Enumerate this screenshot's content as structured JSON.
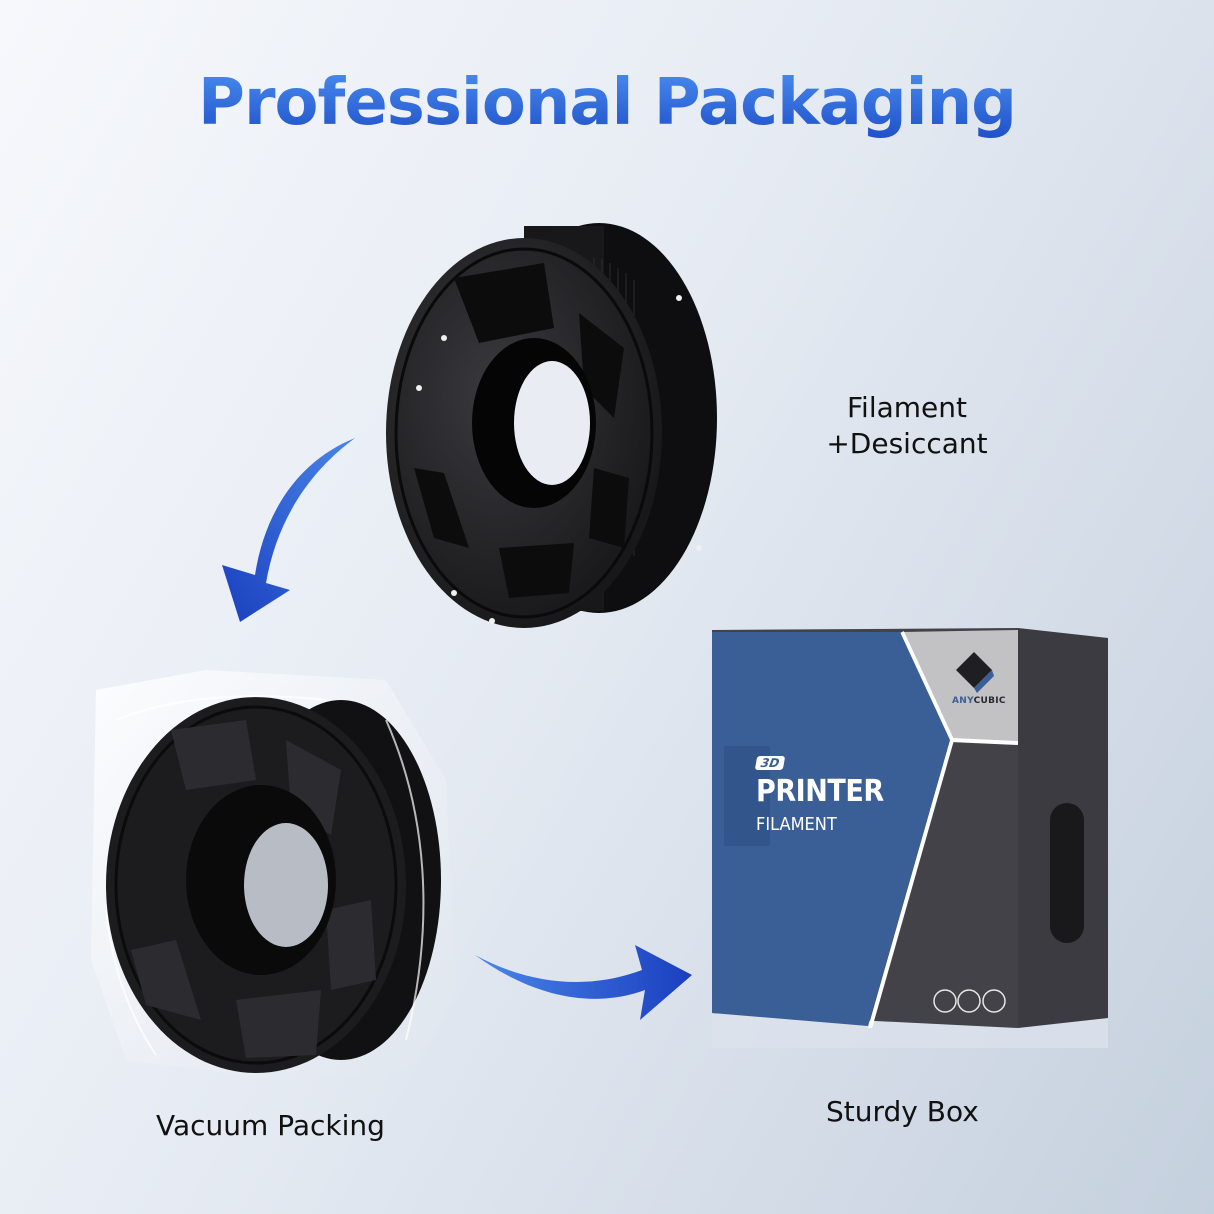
{
  "page": {
    "title": "Professional Packaging",
    "colors": {
      "title_top": "#4a8ef0",
      "title_bottom": "#1f4fc8",
      "arrow_blue": "#2456d0",
      "box_blue": "#3a5f96",
      "box_dark": "#434249",
      "box_grey": "#c2c2c4",
      "spool_black": "#1c1c1e"
    }
  },
  "steps": [
    {
      "label_line1": "Filament",
      "label_line2": "+Desiccant",
      "icon": "filament-spool"
    },
    {
      "label": "Vacuum Packing",
      "icon": "vacuum-bag-spool"
    },
    {
      "label": "Sturdy Box",
      "icon": "product-box"
    }
  ],
  "box": {
    "brand": "ANYCUBIC",
    "brand_any": "ANY",
    "brand_cubic": "CUBIC",
    "badge": "3D",
    "headline": "PRINTER",
    "subline": "FILAMENT",
    "cert_icons": [
      "rohs-icon",
      "quality-seal-icon",
      "recycle-icon"
    ]
  }
}
